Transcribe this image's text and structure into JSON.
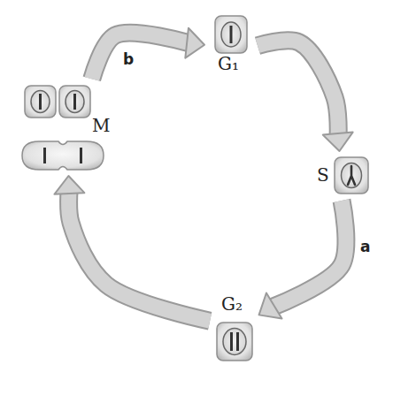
{
  "diagram": {
    "nodes": [
      {
        "text": [
          "G₁"
        ]
      },
      {
        "text": [
          "S"
        ]
      },
      {
        "text": [
          "G₂"
        ]
      },
      {
        "text": [
          "M"
        ]
      }
    ],
    "edges": [
      {
        "from": 0,
        "to": 1,
        "arrow": "to"
      },
      {
        "from": 1,
        "to": 2,
        "label": "a",
        "arrow": "to"
      },
      {
        "from": 2,
        "to": 3,
        "arrow": "to"
      },
      {
        "from": 3,
        "to": 0,
        "label": "b",
        "arrow": "to"
      }
    ]
  }
}
